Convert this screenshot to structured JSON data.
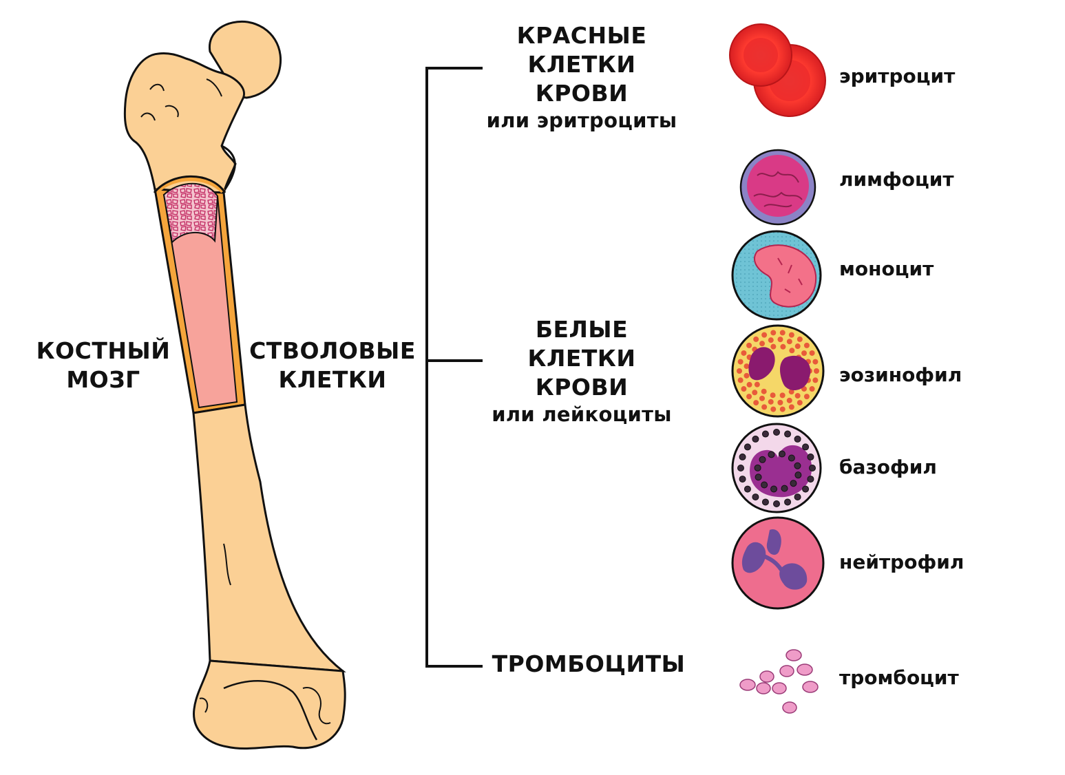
{
  "left_labels": {
    "bone_marrow": [
      "КОСТНЫЙ",
      "МОЗГ"
    ],
    "stem_cells": [
      "СТВОЛОВЫЕ",
      "КЛЕТКИ"
    ]
  },
  "groups": {
    "red": {
      "title": [
        "КРАСНЫЕ",
        "КЛЕТКИ",
        "КРОВИ"
      ],
      "subtitle": "или эритроциты"
    },
    "white": {
      "title": [
        "БЕЛЫЕ",
        "КЛЕТКИ",
        "КРОВИ"
      ],
      "subtitle": "или лейкоциты"
    },
    "platelets": {
      "title": "ТРОМБОЦИТЫ"
    }
  },
  "cells": [
    {
      "id": "erythrocyte",
      "label": "эритроцит",
      "color": "#e8262b"
    },
    {
      "id": "lymphocyte",
      "label": "лимфоцит",
      "color": "#d93a86"
    },
    {
      "id": "monocyte",
      "label": "моноцит",
      "color": "#6fc3d5"
    },
    {
      "id": "eosinophil",
      "label": "эозинофил",
      "color": "#f5d768"
    },
    {
      "id": "basophil",
      "label": "базофил",
      "color": "#9a2f91"
    },
    {
      "id": "neutrophil",
      "label": "нейтрофил",
      "color": "#ee6d8e"
    },
    {
      "id": "platelet",
      "label": "тромбоцит",
      "color": "#ef9cc8"
    }
  ],
  "colors": {
    "bone": "#fbd095",
    "outline": "#111111",
    "cortex": "#f5a53c",
    "marrow": "#f7a39b",
    "spongy": "#f2c0cb",
    "connector": "#111111"
  }
}
